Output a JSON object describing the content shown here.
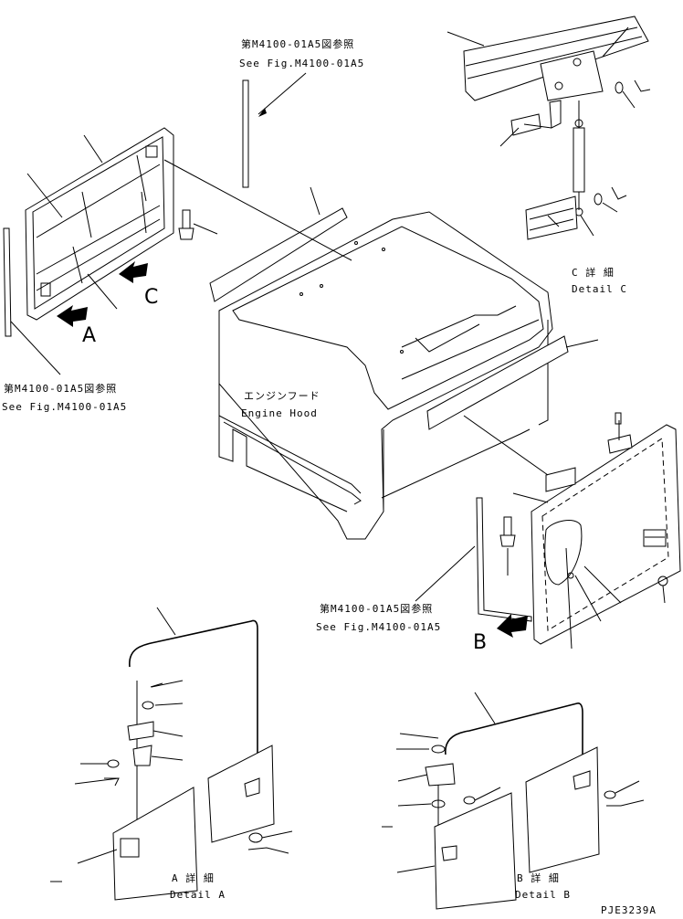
{
  "labels": {
    "engine_hood_jp": "エンジンフード",
    "engine_hood_en": "Engine Hood",
    "see_fig_top_jp": "第M4100-01A5図参照",
    "see_fig_top_en": "See Fig.M4100-01A5",
    "see_fig_left_jp": "第M4100-01A5図参照",
    "see_fig_left_en": "See Fig.M4100-01A5",
    "see_fig_mid_jp": "第M4100-01A5図参照",
    "see_fig_mid_en": "See Fig.M4100-01A5",
    "detail_c_jp": "C 詳 細",
    "detail_c_en": "Detail C",
    "detail_a_jp": "A 詳 細",
    "detail_a_en": "Detail A",
    "detail_b_jp": "B 詳 細",
    "detail_b_en": "Detail B",
    "arrow_a": "A",
    "arrow_b": "B",
    "arrow_c": "C",
    "drawing_code": "PJE3239A"
  }
}
